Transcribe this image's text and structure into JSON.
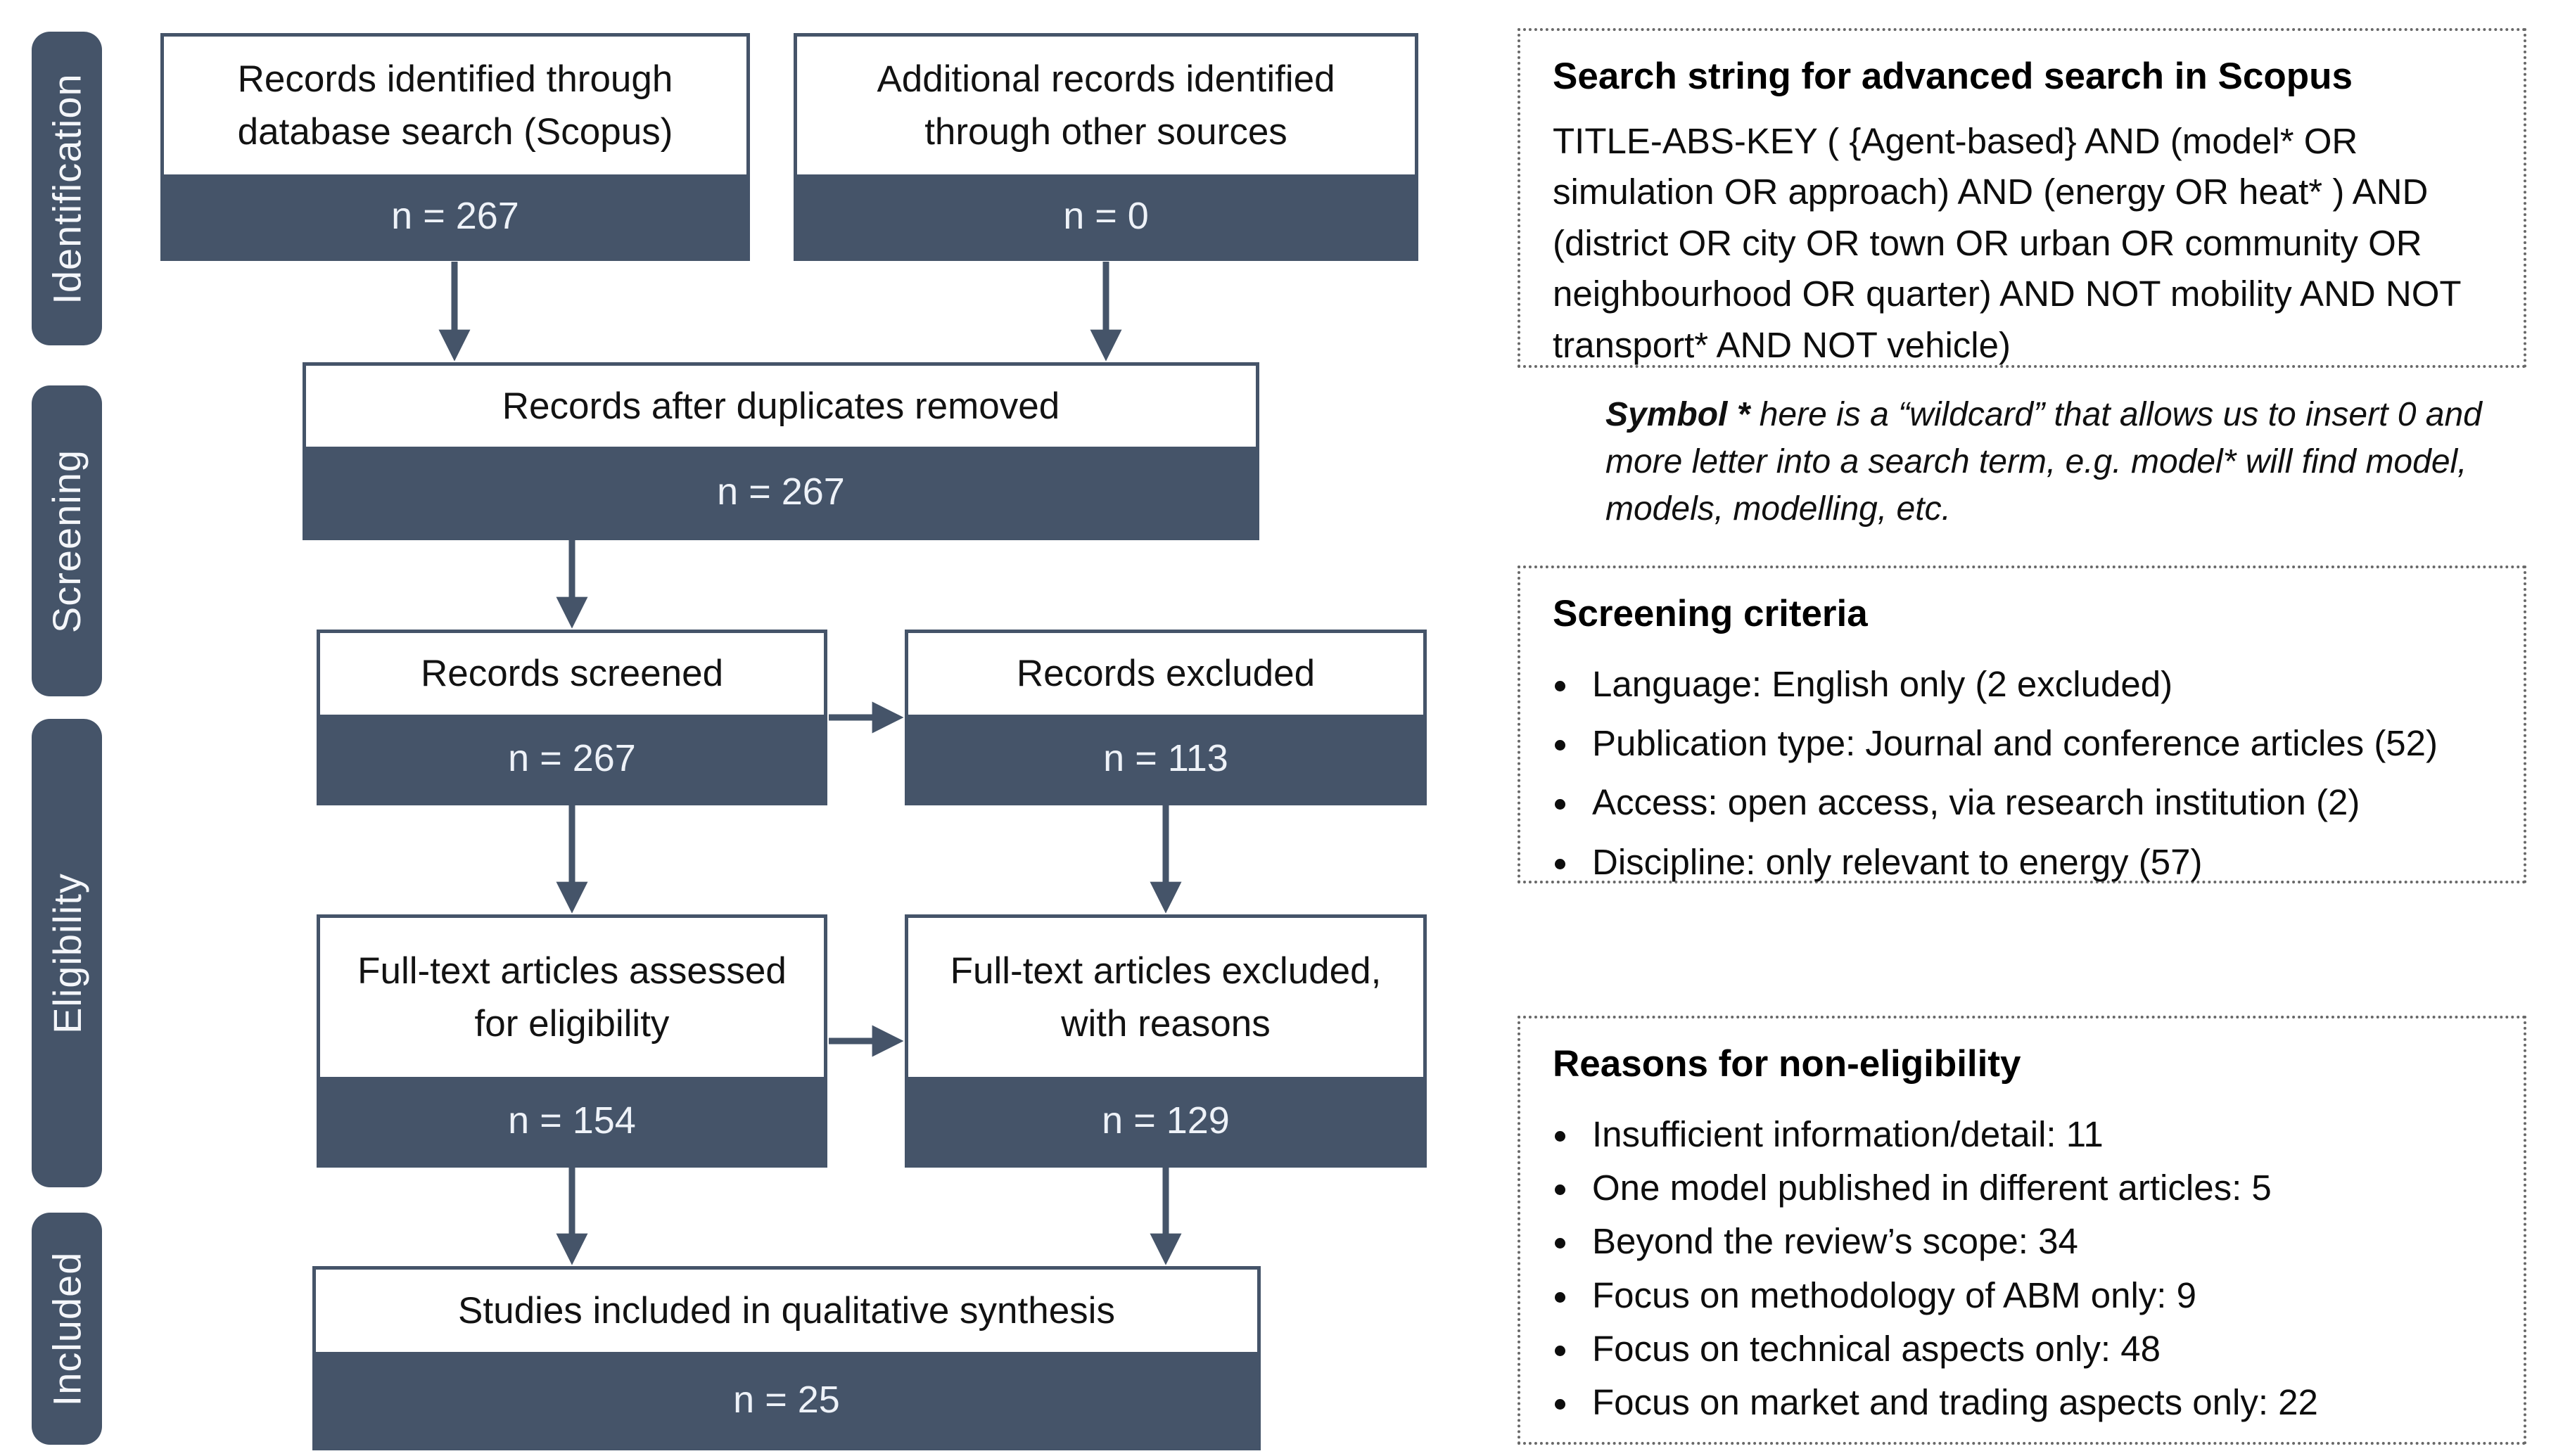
{
  "figure": {
    "kind": "PRISMA flow diagram"
  },
  "colors": {
    "slate_fill": "#455469",
    "band_text": "#EEF2F8",
    "box_text": "#121212",
    "dotted_border": "#686868",
    "background": "#FFFFFF"
  },
  "sidebar": {
    "stages": [
      {
        "label": "Identification"
      },
      {
        "label": "Screening"
      },
      {
        "label": "Eligibility"
      },
      {
        "label": "Included"
      }
    ]
  },
  "flow": {
    "boxes": [
      {
        "title": "Records identified through database search (Scopus)",
        "count": "n = 267"
      },
      {
        "title": "Additional records identified through other sources",
        "count": "n = 0"
      },
      {
        "title": "Records after duplicates removed",
        "count": "n = 267"
      },
      {
        "title": "Records screened",
        "count": "n = 267"
      },
      {
        "title": "Records excluded",
        "count": "n = 113"
      },
      {
        "title": "Full-text articles assessed for eligibility",
        "count": "n = 154"
      },
      {
        "title": "Full-text articles excluded, with reasons",
        "count": "n = 129"
      },
      {
        "title": "Studies included in qualitative synthesis",
        "count": "n = 25"
      }
    ]
  },
  "panels": {
    "search": {
      "title": "Search string for advanced search in Scopus",
      "body": "TITLE-ABS-KEY ( {Agent-based} AND (model* OR simulation OR approach) AND (energy OR heat* ) AND (district OR city OR town OR urban OR community OR neighbourhood OR quarter) AND NOT mobility AND NOT transport* AND NOT vehicle)"
    },
    "note": {
      "lead": "Symbol *",
      "rest": " here is a “wildcard” that allows us to insert 0 and more letter into a search term, e.g. model* will find model, models, modelling, etc."
    },
    "criteria": {
      "title": "Screening criteria",
      "items": [
        "Language: English only (2 excluded)",
        "Publication type: Journal and conference articles (52)",
        "Access: open access, via research institution (2)",
        "Discipline: only relevant to energy (57)"
      ]
    },
    "reasons": {
      "title": "Reasons for non-eligibility",
      "items": [
        "Insufficient information/detail: 11",
        "One model published in different articles: 5",
        "Beyond the review’s scope: 34",
        "Focus on methodology of ABM only: 9",
        "Focus on technical aspects only: 48",
        "Focus on market and trading aspects only: 22"
      ]
    }
  }
}
